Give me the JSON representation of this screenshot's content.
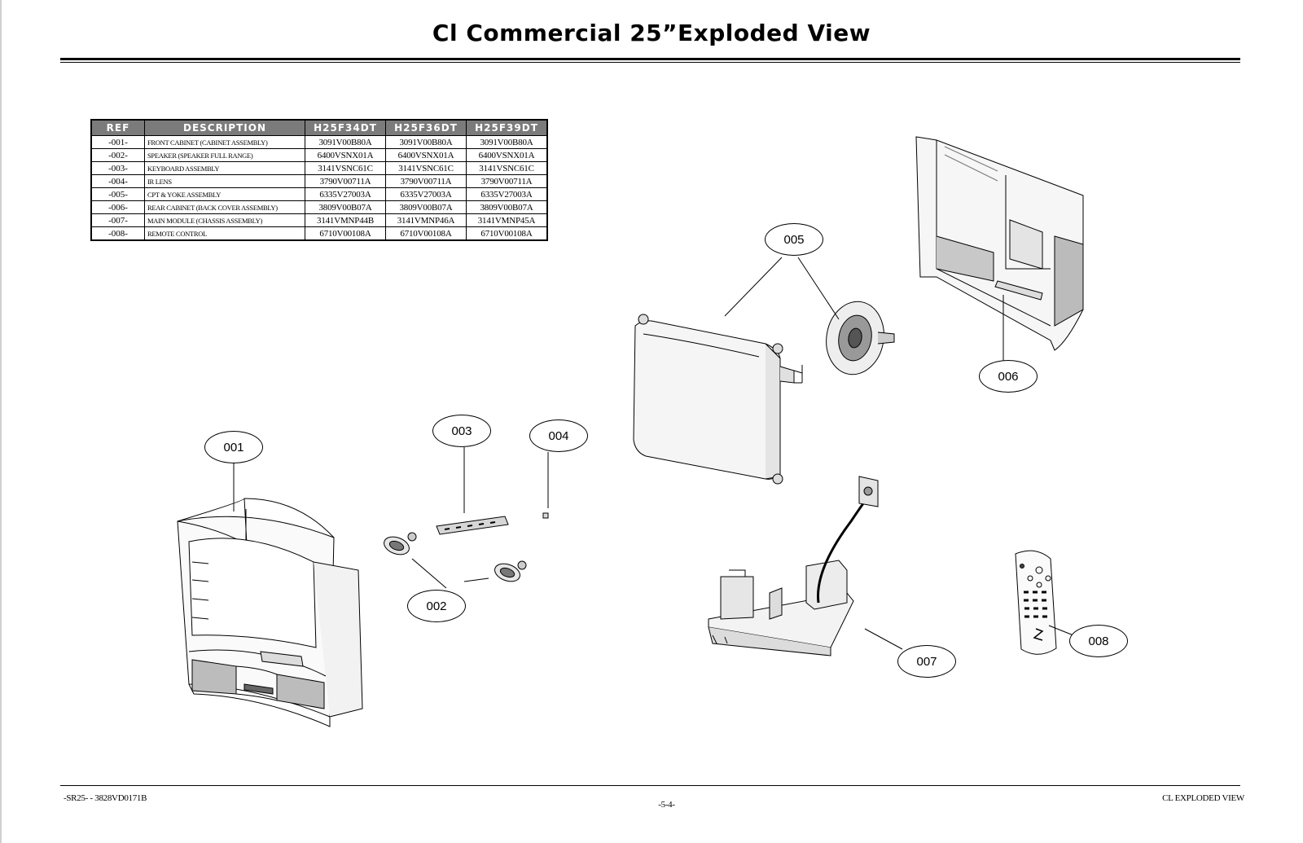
{
  "page": {
    "title": "Cl Commercial 25”Exploded View"
  },
  "parts_table": {
    "headers": [
      "REF",
      "DESCRIPTION",
      "H25F34DT",
      "H25F36DT",
      "H25F39DT"
    ],
    "rows": [
      {
        "ref": "-001-",
        "description": "FRONT CABINET (CABINET ASSEMBLY)",
        "h25f34dt": "3091V00B80A",
        "h25f36dt": "3091V00B80A",
        "h25f39dt": "3091V00B80A"
      },
      {
        "ref": "-002-",
        "description": "SPEAKER (SPEAKER FULL RANGE)",
        "h25f34dt": "6400VSNX01A",
        "h25f36dt": "6400VSNX01A",
        "h25f39dt": "6400VSNX01A"
      },
      {
        "ref": "-003-",
        "description": "KEYBOARD ASSEMBLY",
        "h25f34dt": "3141VSNC61C",
        "h25f36dt": "3141VSNC61C",
        "h25f39dt": "3141VSNC61C"
      },
      {
        "ref": "-004-",
        "description": "IR LENS",
        "h25f34dt": "3790V00711A",
        "h25f36dt": "3790V00711A",
        "h25f39dt": "3790V00711A"
      },
      {
        "ref": "-005-",
        "description": "CPT & YOKE ASSEMBLY",
        "h25f34dt": "6335V27003A",
        "h25f36dt": "6335V27003A",
        "h25f39dt": "6335V27003A"
      },
      {
        "ref": "-006-",
        "description": "REAR CABINET  (BACK COVER ASSEMBLY)",
        "h25f34dt": "3809V00B07A",
        "h25f36dt": "3809V00B07A",
        "h25f39dt": "3809V00B07A"
      },
      {
        "ref": "-007-",
        "description": "MAIN MODULE  (CHASSIS ASSEMBLY)",
        "h25f34dt": "3141VMNP44B",
        "h25f36dt": "3141VMNP46A",
        "h25f39dt": "3141VMNP45A"
      },
      {
        "ref": "-008-",
        "description": "REMOTE CONTROL",
        "h25f34dt": "6710V00108A",
        "h25f36dt": "6710V00108A",
        "h25f39dt": "6710V00108A"
      }
    ]
  },
  "callouts": {
    "c001": "001",
    "c002": "002",
    "c003": "003",
    "c004": "004",
    "c005": "005",
    "c006": "006",
    "c007": "007",
    "c008": "008"
  },
  "footer": {
    "left": "-SR25-  -  3828VD0171B",
    "center": "-5-4-",
    "right": "CL EXPLODED VIEW"
  }
}
